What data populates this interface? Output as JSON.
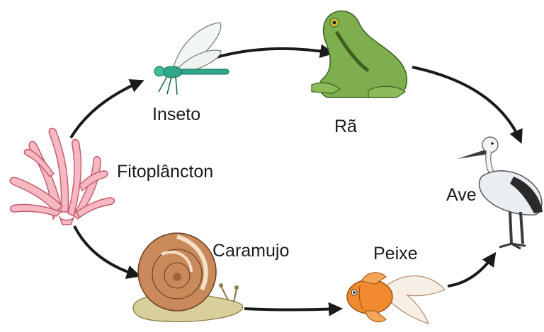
{
  "organisms": {
    "phytoplankton": {
      "label": "Fitoplâncton",
      "icon": "phytoplankton-icon"
    },
    "insect": {
      "label": "Inseto",
      "icon": "dragonfly-icon"
    },
    "frog": {
      "label": "Rã",
      "icon": "frog-icon"
    },
    "bird": {
      "label": "Ave",
      "icon": "stork-icon"
    },
    "snail": {
      "label": "Caramujo",
      "icon": "snail-icon"
    },
    "fish": {
      "label": "Peixe",
      "icon": "goldfish-icon"
    }
  },
  "colors": {
    "arrow": "#1a1a1a",
    "phytoplankton": "#f2a7b3",
    "dragonfly": "#2fa88a",
    "frog": "#7fae4e",
    "snail_shell": "#c9895a",
    "fish": "#f08a2e",
    "bird": "#e9eef3"
  }
}
